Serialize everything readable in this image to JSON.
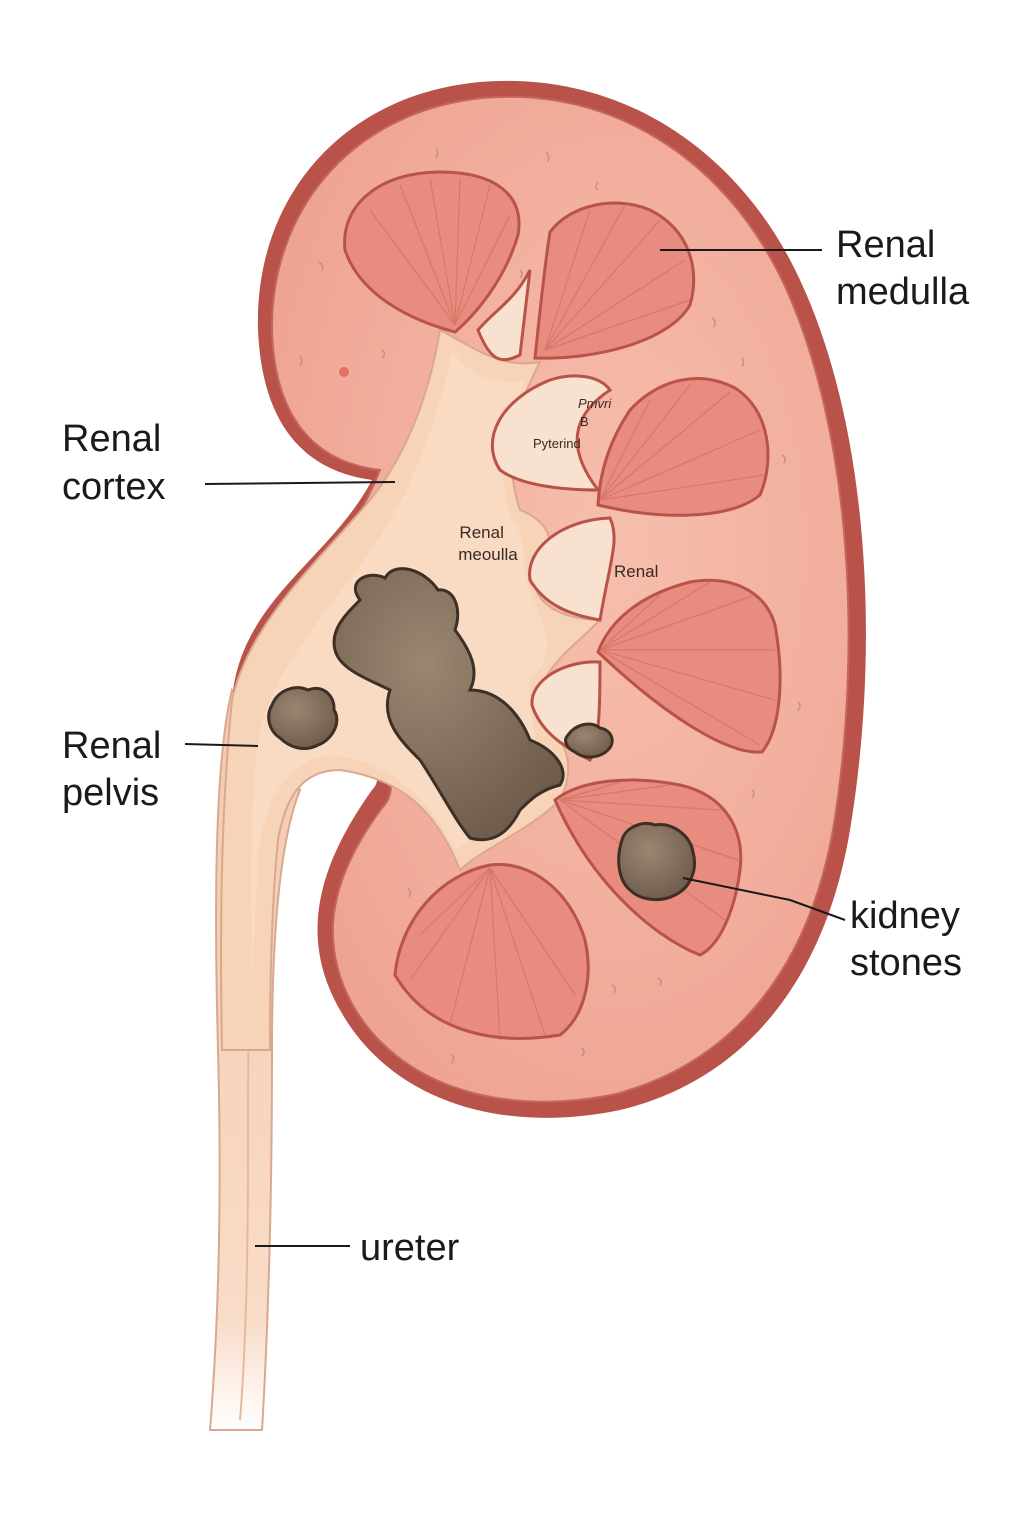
{
  "labels": {
    "renal_medulla": [
      "Renal",
      "medulla"
    ],
    "renal_cortex": [
      "Renal",
      "cortex"
    ],
    "renal_pelvis": [
      "Renal",
      "pelvis"
    ],
    "kidney_stones": [
      "kidney",
      "stones"
    ],
    "ureter": "ureter"
  },
  "inner_text": {
    "pmvri": "Pmvri",
    "b": "B",
    "pyterind": "Pyterind",
    "renal_meoulla": [
      "Renal",
      "meoulla"
    ],
    "renal_small": "Renal"
  },
  "colors": {
    "capsule": "#b9534a",
    "cortex": "#f0a596",
    "pyramid": "#e78c7e",
    "pelvis": "#f7d3b8",
    "stone": "#7a6654",
    "leader": "#1a1a1a"
  }
}
